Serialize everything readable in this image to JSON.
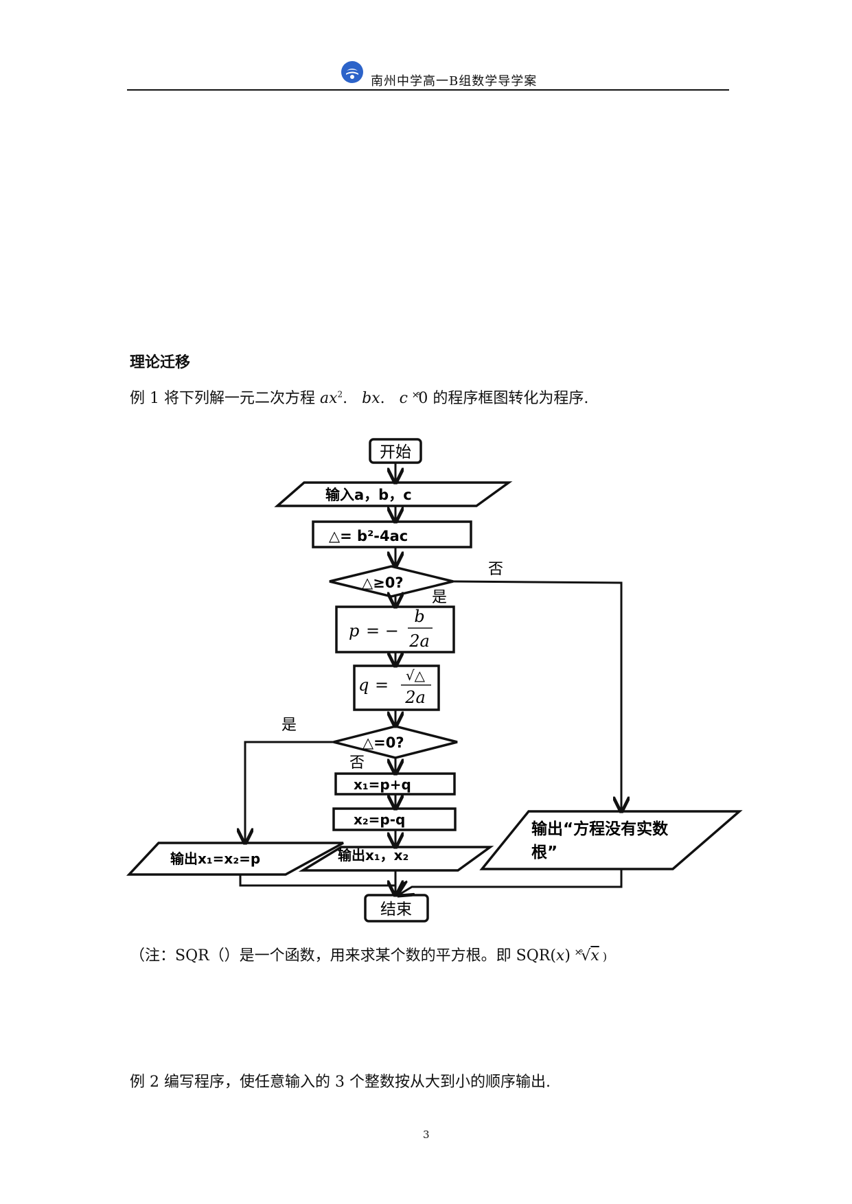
{
  "header": {
    "title": "南州中学高一B组数学导学案"
  },
  "section_title": "理论迁移",
  "example1": {
    "prefix": "例 1  将下列解一元二次方程 ",
    "eq_a": "ax",
    "eq_sup": "2",
    "eq_dot": ".",
    "eq_b": "bx",
    "eq_dot2": ".",
    "eq_c": "c",
    "eq_mid": " ˟̊",
    "eq_zero": "0",
    "suffix": " 的程序框图转化为程序."
  },
  "flowchart": {
    "start": "开始",
    "input": "输入a，b，c",
    "delta": "△= b²-4ac",
    "cond1": "△≥0?",
    "no1": "否",
    "yes1": "是",
    "p_lhs": "p",
    "p_eq": "= −",
    "p_num": "b",
    "p_den": "2a",
    "q_lhs": "q",
    "q_eq": "=",
    "q_num": "√△",
    "q_den": "2a",
    "yes2": "是",
    "cond2": "△=0?",
    "no2": "否",
    "x1": "x₁=p+q",
    "x2": "x₂=p-q",
    "output_equal": "输出x₁=x₂=p",
    "output_two": "输出x₁，x₂",
    "output_none_line1": "输出“方程没有实数",
    "output_none_line2": "根”",
    "end": "结束"
  },
  "note": {
    "text": "（注：SQR（）是一个函数，用来求某个数的平方根。即  SQR(",
    "x": "x",
    "mid": ") ˟̊",
    "sqrt": "√",
    "x2": "x",
    "close": " )"
  },
  "example2": "例 2  编写程序，使任意输入的 3 个整数按从大到小的顺序输出.",
  "page_number": "3",
  "colors": {
    "logo": "#2c63c9"
  }
}
